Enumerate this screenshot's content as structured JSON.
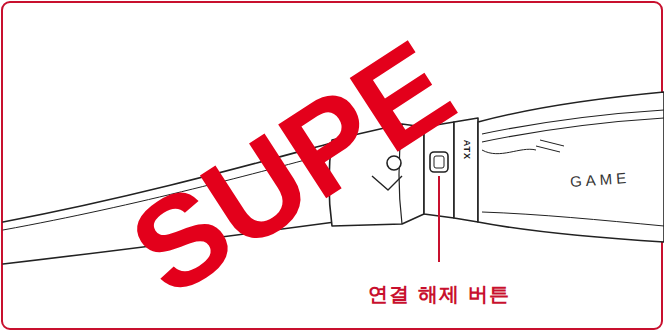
{
  "diagram": {
    "labels": [
      "SUPE",
      "GAME",
      "ATX",
      "연결 해제 버튼"
    ]
  }
}
